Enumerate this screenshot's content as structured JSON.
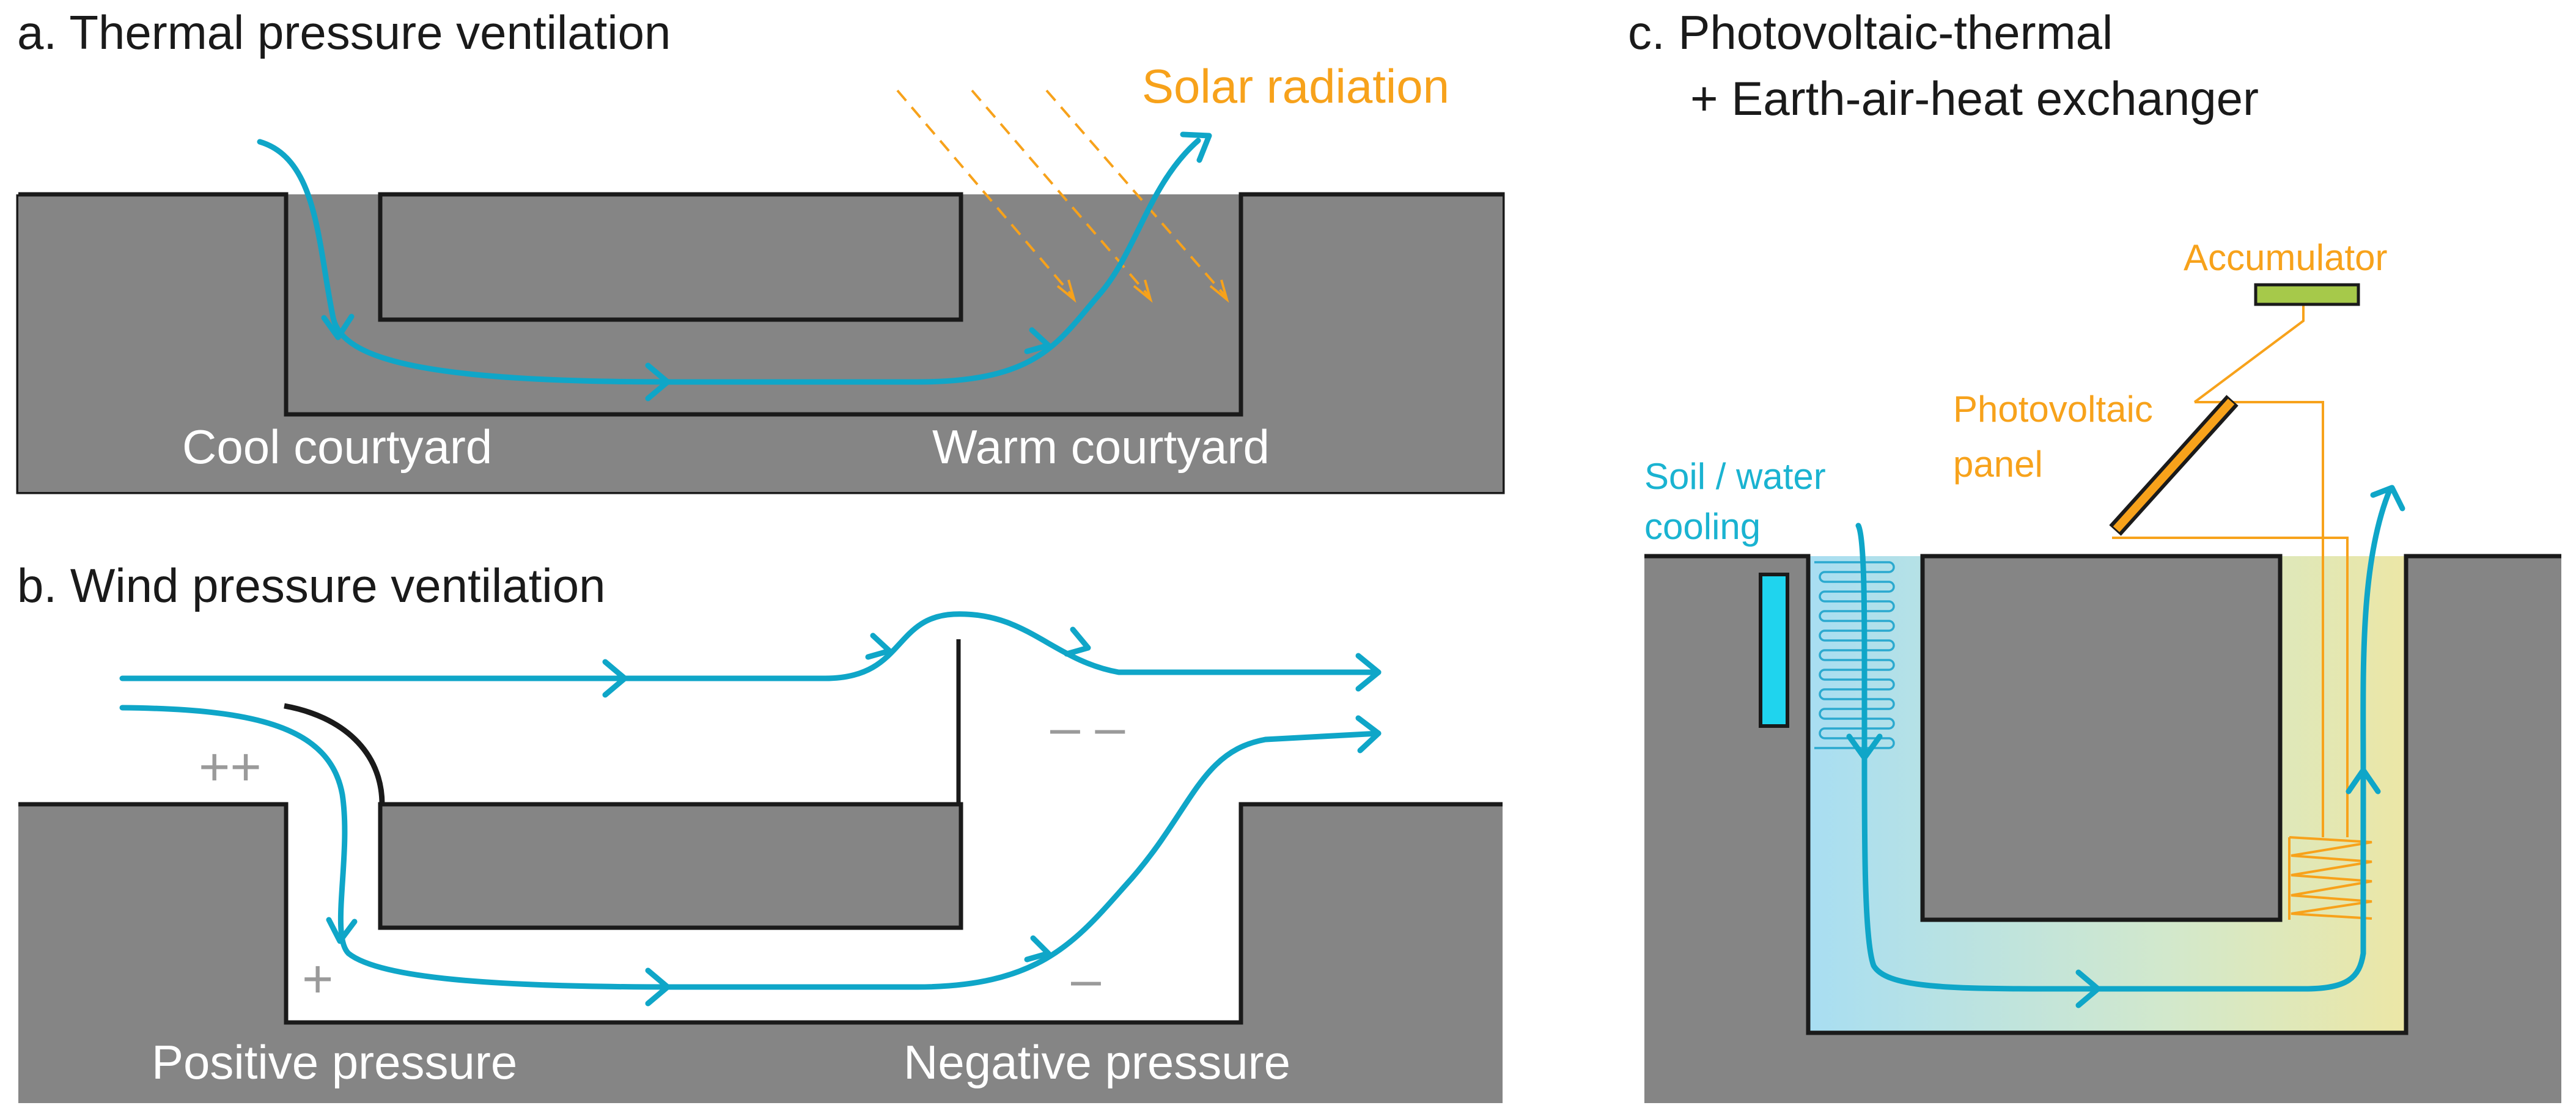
{
  "panels": {
    "a": {
      "title": "a. Thermal pressure ventilation",
      "solar_label": "Solar radiation",
      "left_label": "Cool courtyard",
      "right_label": "Warm courtyard"
    },
    "b": {
      "title": "b. Wind pressure ventilation",
      "signs": {
        "positive_high": "++",
        "positive": "+",
        "negative_high": "– –",
        "negative": "–"
      },
      "left_label": "Positive pressure",
      "right_label": "Negative pressure"
    },
    "c": {
      "title_line1": "c. Photovoltaic-thermal",
      "title_line2": "+ Earth-air-heat exchanger",
      "accumulator_label": "Accumulator",
      "pv_label_line1": "Photovoltaic",
      "pv_label_line2": "panel",
      "soil_label_line1": "Soil / water",
      "soil_label_line2": "cooling"
    }
  },
  "colors": {
    "ground": "#858585",
    "outline": "#1a1a1a",
    "airflow": "#0fa6c8",
    "solar": "#f7a21b",
    "cool": "#a8def2",
    "warm": "#ece7a6",
    "accumulator": "#a6c94a",
    "pv_panel": "#f7a21b",
    "cooling_pipe": "#1fd4ee"
  }
}
